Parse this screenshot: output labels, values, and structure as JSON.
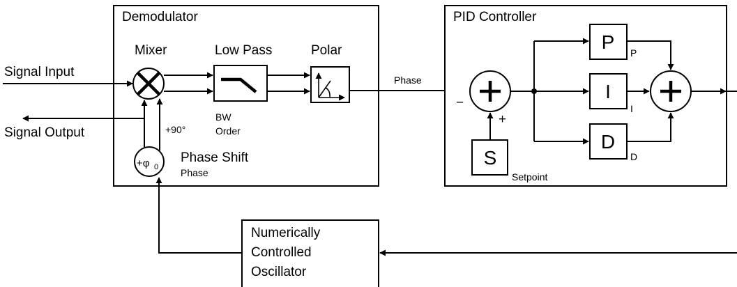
{
  "demodulator": {
    "title": "Demodulator",
    "mixer_label": "Mixer",
    "lowpass_label": "Low Pass",
    "lowpass_params": [
      "BW",
      "Order"
    ],
    "polar_label": "Polar",
    "shift_label": "+90°",
    "phase_shift_symbol": "+φ",
    "phase_shift_subscript": "0",
    "phase_shift_label": "Phase Shift",
    "phase_shift_param": "Phase"
  },
  "signals": {
    "input": "Signal Input",
    "output": "Signal Output",
    "phase": "Phase"
  },
  "pid": {
    "title": "PID Controller",
    "sum_minus": "−",
    "sum_plus": "+",
    "p_label": "P",
    "p_param": "P",
    "i_label": "I",
    "i_param": "I",
    "d_label": "D",
    "d_param": "D",
    "setpoint_label": "S",
    "setpoint_param": "Setpoint"
  },
  "nco": {
    "lines": [
      "Numerically",
      "Controlled",
      "Oscillator"
    ]
  }
}
